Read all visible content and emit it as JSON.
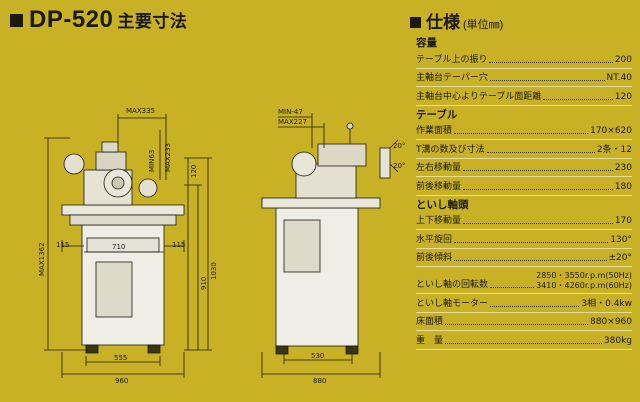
{
  "header": {
    "model": "DP-520",
    "subtitle": "主要寸法"
  },
  "spec_header": {
    "title": "仕様",
    "unit": "(単位㎜)"
  },
  "drawing": {
    "front": {
      "max_top": "MAX335",
      "min_arm": "MIN63",
      "max_arm": "MAX233",
      "height_left": "MAX1362",
      "d120": "120",
      "d910": "910",
      "d1030": "1030",
      "d115_left": "115",
      "d710": "710",
      "d115_right": "115",
      "d555": "555",
      "d960": "960"
    },
    "side": {
      "min47": "MIN-47",
      "max227": "MAX227",
      "angle1": "20°",
      "angle2": "20°",
      "d530": "530",
      "d880": "880"
    }
  },
  "specs": {
    "capacity": {
      "title": "容量",
      "rows": [
        {
          "label": "テーブル上の振り",
          "value": "200"
        },
        {
          "label": "主軸台テーパー穴",
          "value": "NT.40"
        },
        {
          "label": "主軸台中心よりテーブル面距離",
          "value": "120"
        }
      ]
    },
    "table": {
      "title": "テーブル",
      "rows": [
        {
          "label": "作業面積",
          "value": "170×620"
        },
        {
          "label": "T溝の数及び寸法",
          "value": "2条・12"
        },
        {
          "label": "左右移動量",
          "value": "230"
        },
        {
          "label": "前後移動量",
          "value": "180"
        }
      ]
    },
    "wheelhead": {
      "title": "といし軸頭",
      "rows": [
        {
          "label": "上下移動量",
          "value": "170"
        },
        {
          "label": "水平旋回",
          "value": "130°"
        },
        {
          "label": "前後傾斜",
          "value": "±20°"
        }
      ]
    },
    "speed": {
      "label": "といし軸の回転数",
      "value_50": "2850・3550r.p.m(50Hz)",
      "value_60": "3410・4260r.p.m(60Hz)"
    },
    "others": [
      {
        "label": "といし軸モーター",
        "value": "3相・0.4kw"
      },
      {
        "label": "床面積",
        "value": "880×960"
      },
      {
        "label": "重　量",
        "value": "380kg"
      }
    ]
  }
}
